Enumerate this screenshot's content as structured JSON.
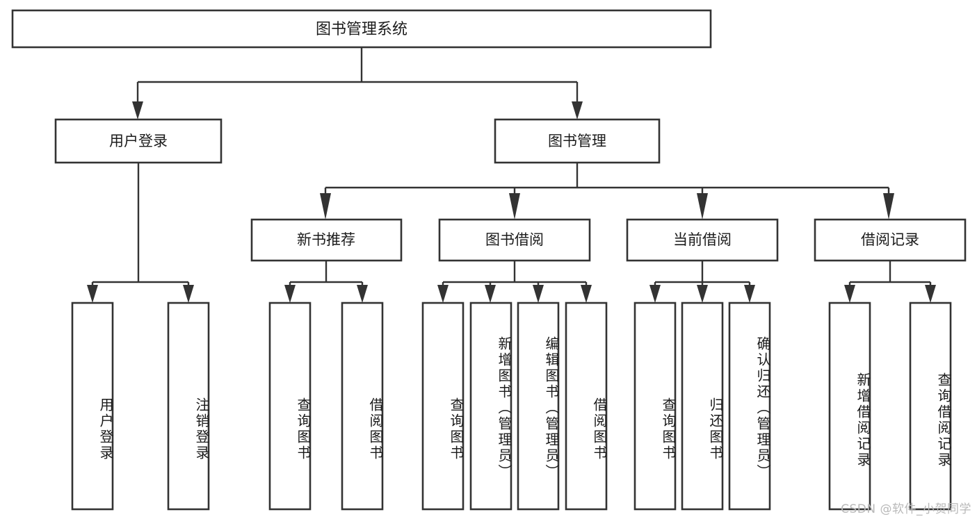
{
  "diagram": {
    "type": "tree-hierarchy-diagram",
    "title": "图书管理系统",
    "orientation": "top-down",
    "colors": {
      "background": "#ffffff",
      "box_fill": "#ffffff",
      "box_stroke": "#333333",
      "connector": "#333333",
      "text": "#1b1b1b",
      "watermark": "#b9b9b9"
    },
    "watermark": "CSDN @软件_小贺同学",
    "root": {
      "label": "图书管理系统",
      "orientation": "horizontal"
    },
    "level1": [
      {
        "label": "用户登录",
        "orientation": "horizontal"
      },
      {
        "label": "图书管理",
        "orientation": "horizontal"
      }
    ],
    "level2": [
      {
        "label": "新书推荐",
        "orientation": "horizontal",
        "parent": "图书管理"
      },
      {
        "label": "图书借阅",
        "orientation": "horizontal",
        "parent": "图书管理"
      },
      {
        "label": "当前借阅",
        "orientation": "horizontal",
        "parent": "图书管理"
      },
      {
        "label": "借阅记录",
        "orientation": "horizontal",
        "parent": "图书管理"
      }
    ],
    "leaves": [
      {
        "label": "用户登录",
        "orientation": "vertical",
        "parent": "用户登录"
      },
      {
        "label": "注销登录",
        "orientation": "vertical",
        "parent": "用户登录"
      },
      {
        "label": "查询图书",
        "orientation": "vertical",
        "parent": "新书推荐"
      },
      {
        "label": "借阅图书",
        "orientation": "vertical",
        "parent": "新书推荐"
      },
      {
        "label": "查询图书",
        "orientation": "vertical",
        "parent": "图书借阅"
      },
      {
        "label": "新增图书（管理员）",
        "orientation": "vertical",
        "parent": "图书借阅"
      },
      {
        "label": "编辑图书（管理员）",
        "orientation": "vertical",
        "parent": "图书借阅"
      },
      {
        "label": "借阅图书",
        "orientation": "vertical",
        "parent": "图书借阅"
      },
      {
        "label": "查询图书",
        "orientation": "vertical",
        "parent": "当前借阅"
      },
      {
        "label": "归还图书",
        "orientation": "vertical",
        "parent": "当前借阅"
      },
      {
        "label": "确认归还（管理员）",
        "orientation": "vertical",
        "parent": "当前借阅"
      },
      {
        "label": "新增借阅记录",
        "orientation": "vertical",
        "parent": "借阅记录"
      },
      {
        "label": "查询借阅记录",
        "orientation": "vertical",
        "parent": "借阅记录"
      }
    ]
  }
}
